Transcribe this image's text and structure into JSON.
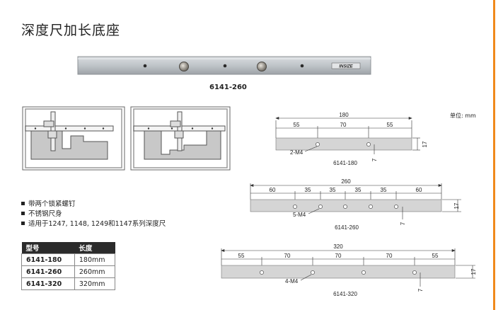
{
  "page": {
    "title": "深度尺加长底座",
    "photo_caption": "6141-260",
    "unit": "单位: mm",
    "brand": "INSIZE",
    "accent_color": "#f08a1c"
  },
  "features": [
    "带两个锁紧螺钉",
    "不锈钢尺身",
    "适用于1247, 1148, 1249和1147系列深度尺"
  ],
  "table": {
    "headers": [
      "型号",
      "长度"
    ],
    "rows": [
      {
        "model": "6141-180",
        "length": "180mm"
      },
      {
        "model": "6141-260",
        "length": "260mm"
      },
      {
        "model": "6141-320",
        "length": "320mm"
      }
    ]
  },
  "drawings": [
    {
      "model": "6141-180",
      "total": "180",
      "segments": [
        "55",
        "70",
        "55"
      ],
      "holes": "2-M4",
      "height": "17",
      "hole_offset": "7"
    },
    {
      "model": "6141-260",
      "total": "260",
      "segments": [
        "60",
        "35",
        "35",
        "35",
        "35",
        "60"
      ],
      "holes": "5-M4",
      "height": "17",
      "hole_offset": "7"
    },
    {
      "model": "6141-320",
      "total": "320",
      "segments": [
        "55",
        "70",
        "70",
        "70",
        "55"
      ],
      "holes": "4-M4",
      "height": "17",
      "hole_offset": "7"
    }
  ]
}
